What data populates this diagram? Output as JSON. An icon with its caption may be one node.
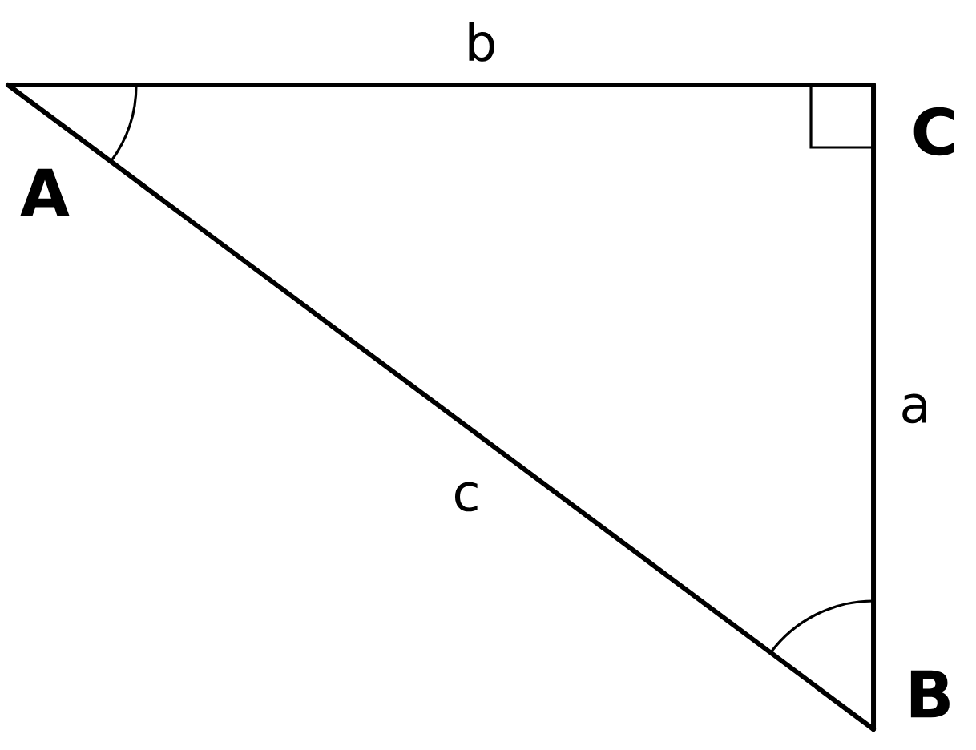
{
  "diagram": {
    "nodes": [
      {
        "text": [
          "A"
        ]
      },
      {
        "text": [
          "C"
        ]
      },
      {
        "text": [
          "B"
        ]
      }
    ],
    "edges": [
      {
        "from": 0,
        "to": 1,
        "arrow": "none",
        "label": "b"
      },
      {
        "from": 1,
        "to": 2,
        "arrow": "none",
        "label": "a"
      },
      {
        "from": 0,
        "to": 2,
        "arrow": "none",
        "label": "c"
      }
    ]
  }
}
